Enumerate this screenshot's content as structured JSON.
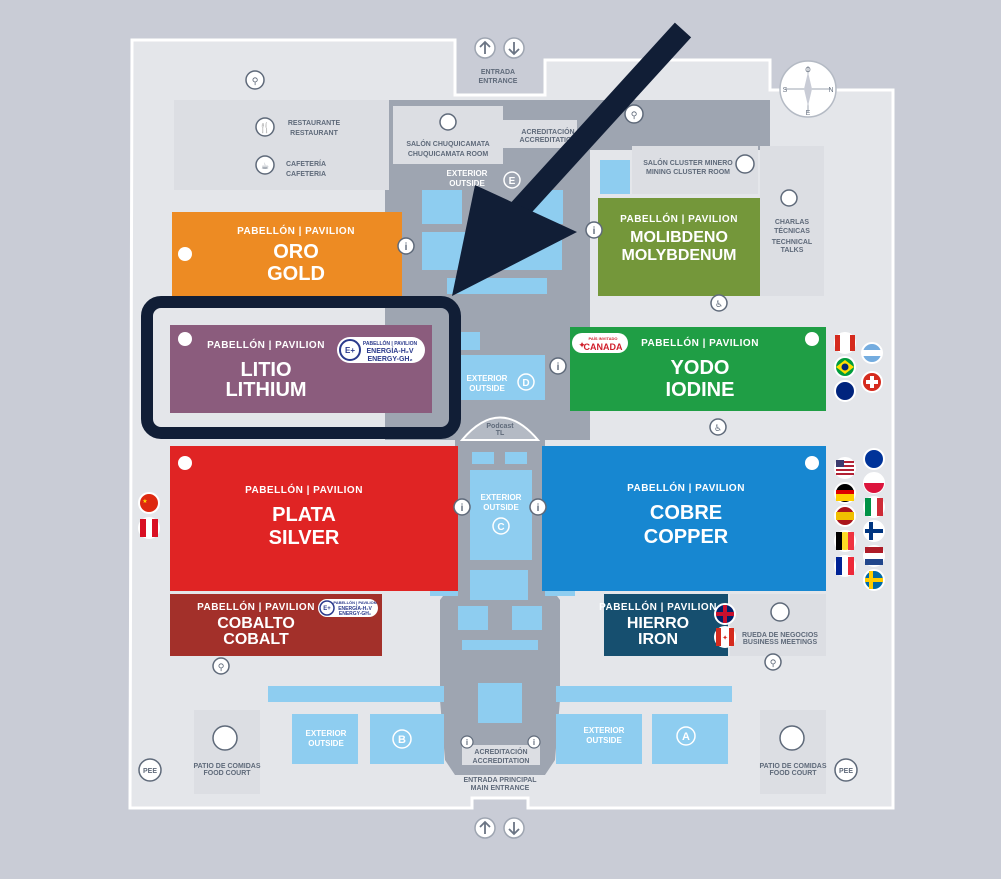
{
  "entrances": {
    "top": [
      "ENTRADA",
      "ENTRANCE"
    ],
    "main": [
      "ENTRADA PRINCIPAL",
      "MAIN ENTRANCE"
    ]
  },
  "compass": {
    "n": "N",
    "s": "S",
    "e": "E",
    "o": "O"
  },
  "rooms": {
    "restaurant": [
      "RESTAURANTE",
      "RESTAURANT"
    ],
    "cafeteria": [
      "CAFETERÍA",
      "CAFETERIA"
    ],
    "chuquicamata": [
      "SALÓN CHUQUICAMATA",
      "CHUQUICAMATA ROOM"
    ],
    "accreditation_top": [
      "ACREDITACIÓN",
      "ACCREDITATION"
    ],
    "accreditation_main": [
      "ACREDITACIÓN",
      "ACCREDITATION"
    ],
    "mining_cluster": [
      "SALÓN CLUSTER MINERO",
      "MINING CLUSTER ROOM"
    ],
    "talks": [
      "CHARLAS",
      "TÉCNICAS",
      "TECHNICAL",
      "TALKS"
    ],
    "business": [
      "RUEDA DE NEGOCIOS",
      "BUSINESS MEETINGS"
    ],
    "food_left": [
      "PATIO DE COMIDAS",
      "FOOD COURT"
    ],
    "food_right": [
      "PATIO DE COMIDAS",
      "FOOD COURT"
    ],
    "podcast": [
      "Podcast",
      "TL"
    ]
  },
  "exteriors": {
    "E": {
      "lines": [
        "EXTERIOR",
        "OUTSIDE"
      ],
      "letter": "E"
    },
    "D": {
      "lines": [
        "EXTERIOR",
        "OUTSIDE"
      ],
      "letter": "D"
    },
    "C": {
      "lines": [
        "EXTERIOR",
        "OUTSIDE"
      ],
      "letter": "C"
    },
    "B": {
      "lines": [
        "EXTERIOR",
        "OUTSIDE"
      ],
      "letter": "B"
    },
    "A": {
      "lines": [
        "EXTERIOR",
        "OUTSIDE"
      ],
      "letter": "A"
    }
  },
  "pavilion_header": "PABELLÓN | PAVILION",
  "energy_badge": {
    "e": "E+",
    "lines": [
      "PABELLÓN | PAVILION",
      "ENERGÍA-H₂V",
      "ENERGY-GH₂"
    ]
  },
  "canada_badge": {
    "top": "PAÍS INVITADO",
    "name": "CANADA"
  },
  "pavilions": {
    "oro": {
      "es": "ORO",
      "en": "GOLD",
      "color": "#ed8b23"
    },
    "molibdeno": {
      "es": "MOLIBDENO",
      "en": "MOLYBDENUM",
      "color": "#74973a"
    },
    "litio": {
      "es": "LITIO",
      "en": "LITHIUM",
      "color": "#8b5c7d"
    },
    "yodo": {
      "es": "YODO",
      "en": "IODINE",
      "color": "#1f9e45"
    },
    "plata": {
      "es": "PLATA",
      "en": "SILVER",
      "color": "#e02424"
    },
    "cobre": {
      "es": "COBRE",
      "en": "COPPER",
      "color": "#1787d1"
    },
    "cobalto": {
      "es": "COBALTO",
      "en": "COBALT",
      "color": "#a3302a"
    },
    "hierro": {
      "es": "HIERRO",
      "en": "IRON",
      "color": "#164f6f"
    }
  },
  "parking_label": "PEE",
  "colors": {
    "background": "#c9ccd6",
    "floor": "#9ea5b1",
    "panel": "#dcdee3",
    "outside": "#8ecdf0",
    "highlight": "#111e36"
  }
}
